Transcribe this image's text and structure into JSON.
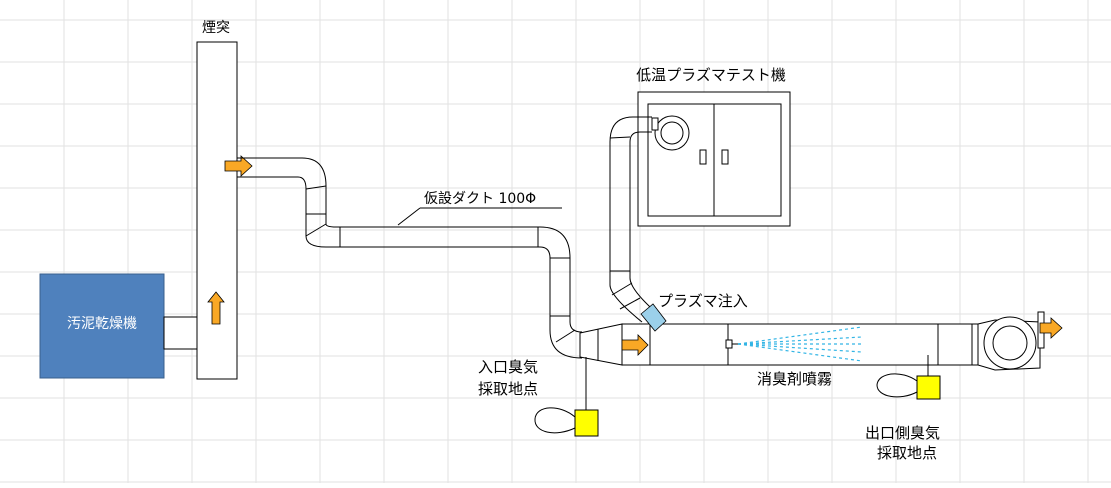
{
  "labels": {
    "chimney": "煙突",
    "plasma_machine": "低温プラズマテスト機",
    "temp_duct": "仮設ダクト 100Φ",
    "sludge_dryer": "汚泥乾燥機",
    "plasma_injection": "プラズマ注入",
    "inlet_line1": "入口臭気",
    "inlet_line2": "採取地点",
    "deodorant_spray": "消臭剤噴霧",
    "outlet_line1": "出口側臭気",
    "outlet_line2": "採取地点"
  },
  "colors": {
    "sludge_dryer_fill": "#4f81bd",
    "arrow_fill": "#f9a825",
    "sample_box_fill": "#ffff00",
    "spray_lines": "#33b5e5",
    "injection_nozzle": "#9bd0ea"
  }
}
